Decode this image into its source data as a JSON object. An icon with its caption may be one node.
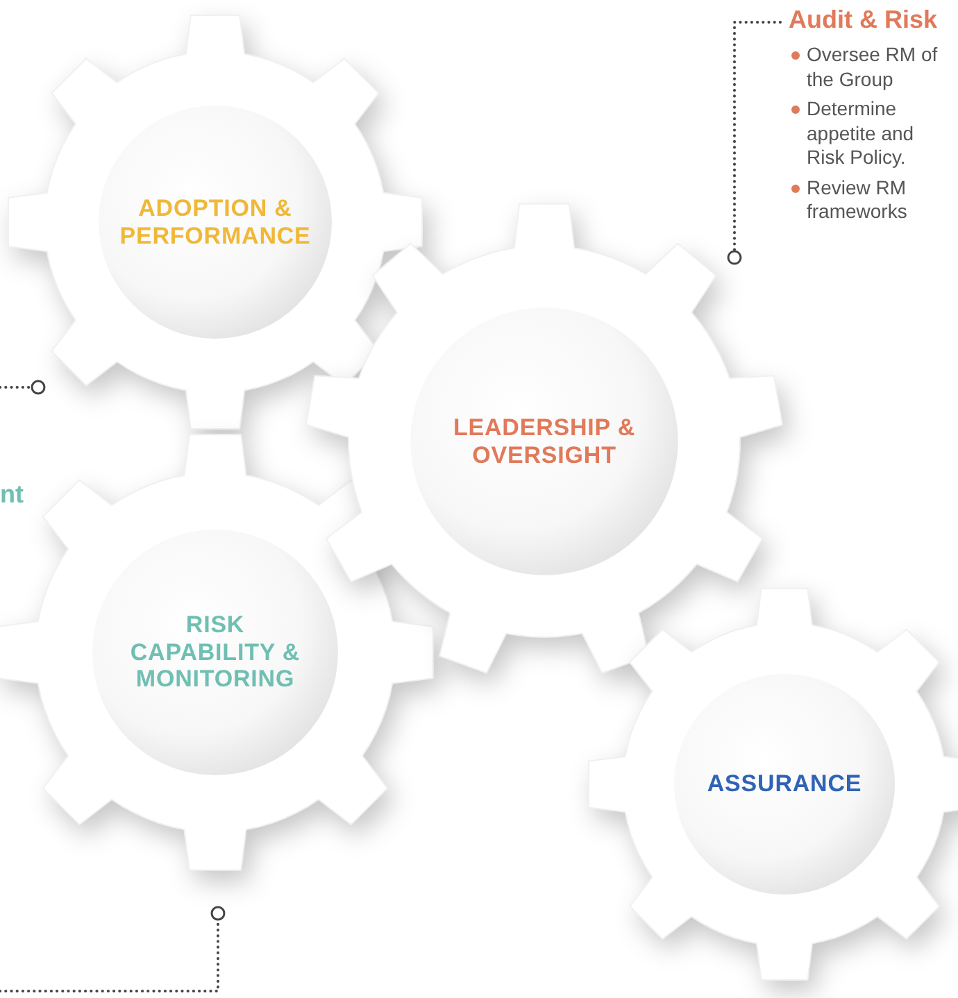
{
  "diagram": {
    "nodes": [
      {
        "text": [
          "ADOPTION & PERFORMANCE"
        ]
      },
      {
        "text": [
          "LEADERSHIP & OVERSIGHT"
        ]
      },
      {
        "text": [
          "RISK CAPABILITY & MONITORING"
        ]
      },
      {
        "text": [
          "ASSURANCE"
        ]
      },
      {
        "text": [
          "Audit & Risk",
          "Oversee RM of the Group",
          "Determine appetite and Risk Policy.",
          "Review RM frameworks"
        ]
      }
    ],
    "edges": [
      {
        "from": 4,
        "to": 1,
        "arrow": "other",
        "style": "dashed"
      },
      {
        "from": null,
        "to": 0,
        "arrow": "other",
        "style": "dashed"
      },
      {
        "from": null,
        "to": 2,
        "arrow": "other",
        "style": "dashed"
      }
    ],
    "labels": [
      "nt"
    ]
  }
}
